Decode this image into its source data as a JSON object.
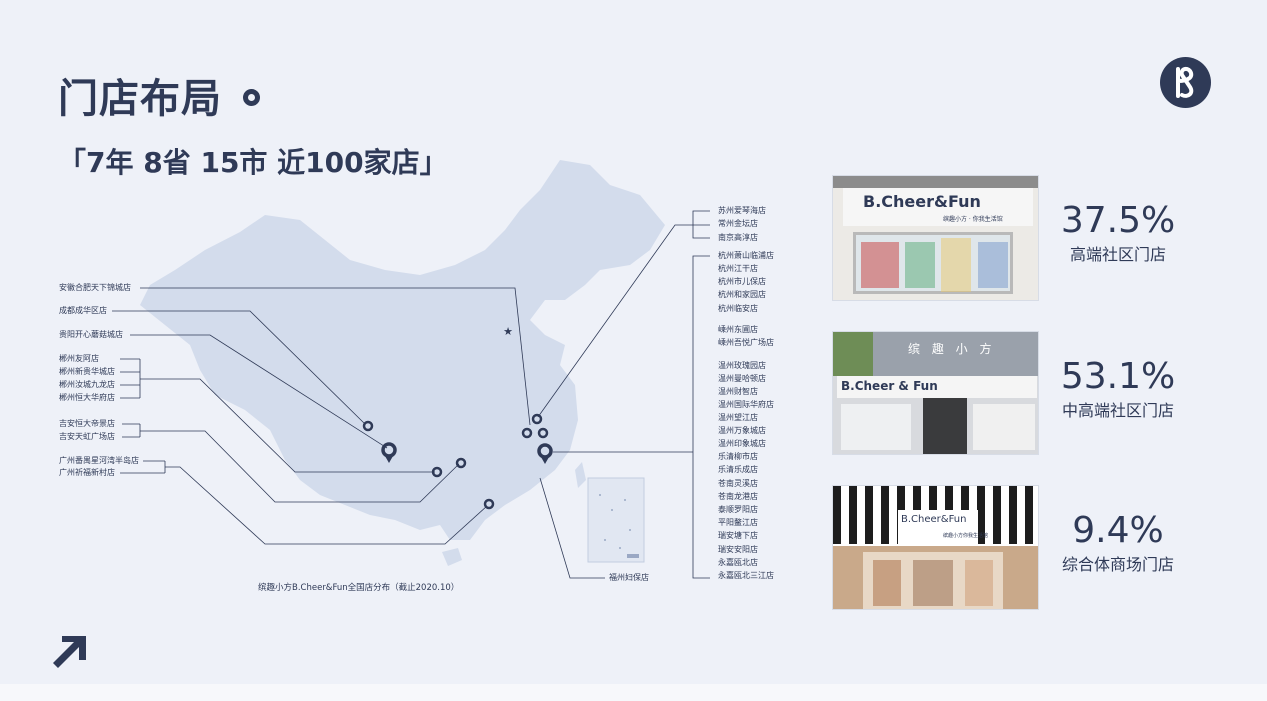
{
  "header": {
    "title": "门店布局",
    "subtitle": "「7年 8省 15市 近100家店」"
  },
  "left_labels": [
    "安徽合肥天下锦城店",
    "成都成华区店",
    "贵阳开心蘑菇城店",
    "郴州友阿店",
    "郴州新贵华城店",
    "郴州汝城九龙店",
    "郴州恒大华府店",
    "吉安恒大帝景店",
    "吉安天虹广场店",
    "广州番禺星河湾半岛店",
    "广州祈福新村店"
  ],
  "right_labels": [
    "苏州爱琴海店",
    "常州金坛店",
    "南京高淳店",
    "杭州萧山临浦店",
    "杭州江干店",
    "杭州市儿保店",
    "杭州和家园店",
    "杭州临安店",
    "嵊州东圃店",
    "嵊州吾悦广场店",
    "温州玫瑰园店",
    "温州曼哈顿店",
    "温州财智店",
    "温州国际华府店",
    "温州望江店",
    "温州万象城店",
    "温州印象城店",
    "乐清柳市店",
    "乐清乐成店",
    "苍南灵溪店",
    "苍南龙港店",
    "泰顺罗阳店",
    "平阳鳌江店",
    "瑞安塘下店",
    "瑞安安阳店",
    "永嘉瓯北店",
    "永嘉瓯北三江店"
  ],
  "inset_label": "福州妇保店",
  "map_caption": "缤趣小方B.Cheer&Fun全国店分布（截止2020.10）",
  "photos": {
    "sign1": "B.Cheer&Fun",
    "sign1_sub": "缤趣小方 · 你我生活馆",
    "sign2_top": "缤 趣 小 方",
    "sign2": "B.Cheer & Fun",
    "sign3": "B.Cheer&Fun",
    "sign3_sub": "缤趣小方你我生活馆"
  },
  "stats": [
    {
      "percent": "37.5%",
      "label": "高端社区门店"
    },
    {
      "percent": "53.1%",
      "label": "中高端社区门店"
    },
    {
      "percent": "9.4%",
      "label": "综合体商场门店"
    }
  ],
  "colors": {
    "primary": "#2f3a57",
    "map_fill": "#d3dcec",
    "background": "#eef1f8"
  },
  "icons": {
    "brand_logo": "b-logo-icon",
    "arrow": "arrow-up-right-icon",
    "pin": "map-pin-icon",
    "capital": "star-icon"
  }
}
